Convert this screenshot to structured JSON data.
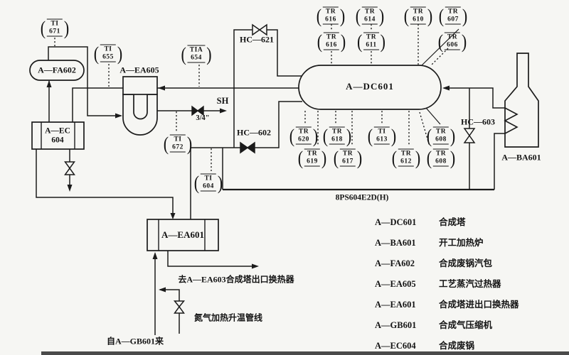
{
  "equipment": {
    "fa602": "A—FA602",
    "ea605": "A—EA605",
    "ec604_line1": "A—EC",
    "ec604_line2": "604",
    "dc601": "A—DC601",
    "ba601": "A—BA601",
    "ea601": "A—EA601"
  },
  "valves": {
    "hc621": "HC—621",
    "hc602": "HC—602",
    "hc603": "HC—603",
    "sh": "SH",
    "sh_size": "3/4\""
  },
  "line_label": "8PS604E2D(H)",
  "annotations": {
    "to_ea603": "去A—EA603合成塔出口换热器",
    "nitrogen": "氮气加热升温管线",
    "from_gb601": "自A—GB601来"
  },
  "instruments": [
    {
      "line1": "TI",
      "line2": "671"
    },
    {
      "line1": "TI",
      "line2": "655"
    },
    {
      "line1": "TIA",
      "line2": "654"
    },
    {
      "line1": "TI",
      "line2": "672"
    },
    {
      "line1": "TI",
      "line2": "604"
    },
    {
      "line1": "TR",
      "line2": "616"
    },
    {
      "line1": "TR",
      "line2": "614"
    },
    {
      "line1": "TR",
      "line2": "610"
    },
    {
      "line1": "TR",
      "line2": "607"
    },
    {
      "line1": "TR",
      "line2": "616"
    },
    {
      "line1": "TR",
      "line2": "611"
    },
    {
      "line1": "TR",
      "line2": "606"
    },
    {
      "line1": "TR",
      "line2": "620"
    },
    {
      "line1": "TR",
      "line2": "618"
    },
    {
      "line1": "TI",
      "line2": "613"
    },
    {
      "line1": "TR",
      "line2": "608"
    },
    {
      "line1": "TR",
      "line2": "619"
    },
    {
      "line1": "TR",
      "line2": "617"
    },
    {
      "line1": "TR",
      "line2": "612"
    },
    {
      "line1": "TR",
      "line2": "608"
    }
  ],
  "legend": [
    {
      "tag": "A—DC601",
      "name": "合成塔"
    },
    {
      "tag": "A—BA601",
      "name": "开工加热炉"
    },
    {
      "tag": "A—FA602",
      "name": "合成废锅汽包"
    },
    {
      "tag": "A—EA605",
      "name": "工艺蒸汽过热器"
    },
    {
      "tag": "A—EA601",
      "name": "合成塔进出口换热器"
    },
    {
      "tag": "A—GB601",
      "name": "合成气压缩机"
    },
    {
      "tag": "A—EC604",
      "name": "合成废锅"
    }
  ]
}
